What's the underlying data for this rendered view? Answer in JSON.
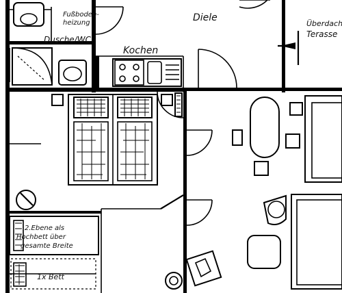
{
  "labels": {
    "floor_heating_line1": "Fußboden-",
    "floor_heating_line2": "heizung",
    "shower_wc": "Dusche/WC",
    "kitchen": "Kochen",
    "hall": "Diele",
    "covered_terrace_line1": "Überdachte",
    "covered_terrace_line2": "Terasse",
    "loft_bed_line1": "2.Ebene als",
    "loft_bed_line2": "Hochbett über",
    "loft_bed_line3": "gesamte Breite",
    "single_bed": "1x Bett"
  }
}
